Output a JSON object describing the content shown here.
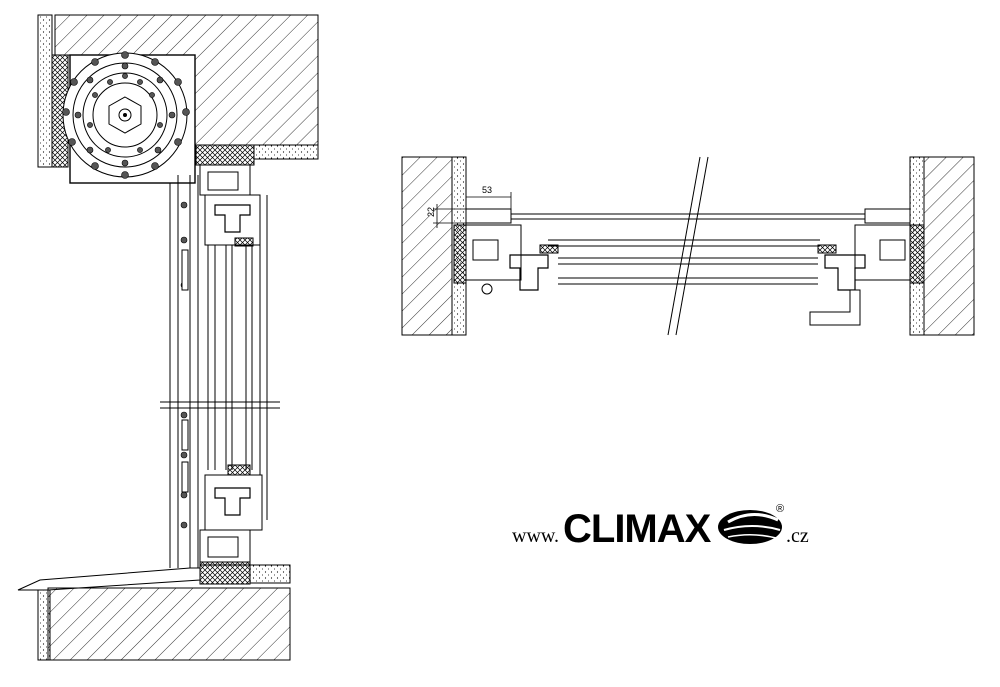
{
  "dimensions": {
    "width_label": "53",
    "height_label": "22"
  },
  "logo": {
    "prefix": "www.",
    "brand": "CLIMAX",
    "registered": "®",
    "suffix": ".cz"
  }
}
